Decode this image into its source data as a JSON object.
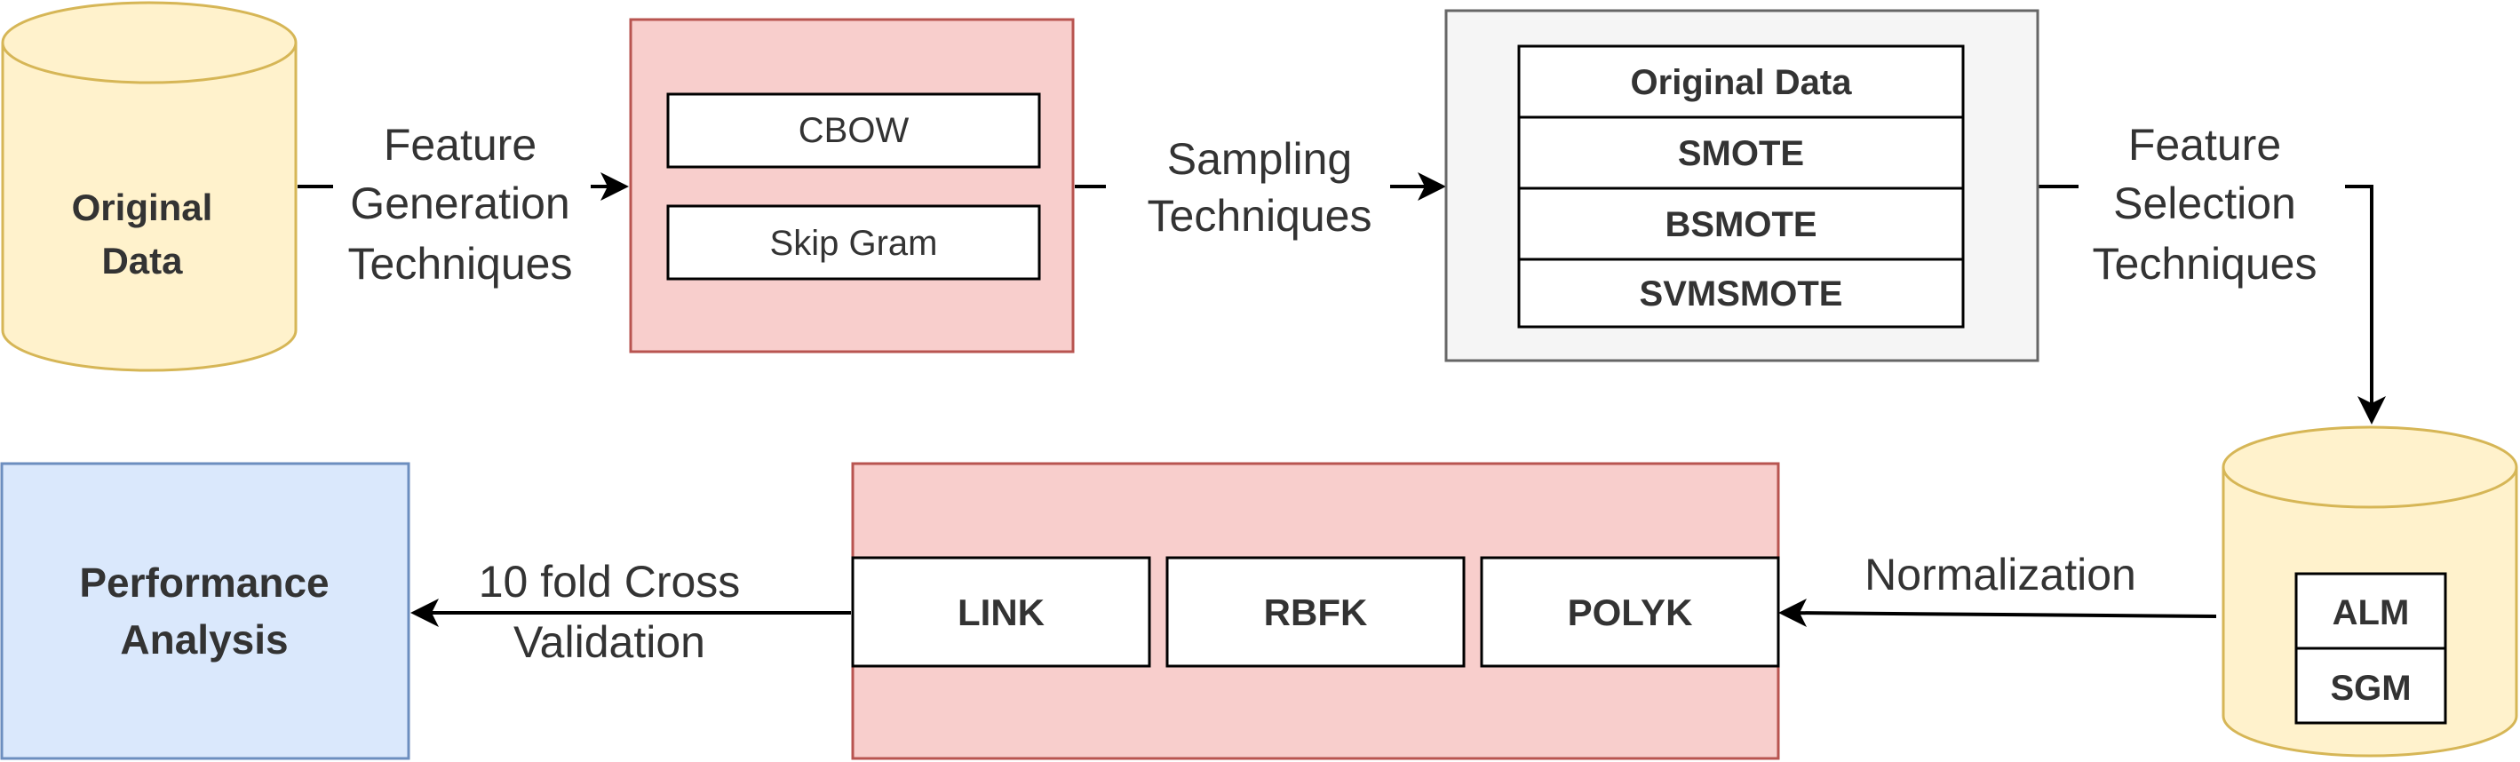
{
  "nodes": {
    "original_data_db": {
      "label_lines": [
        "Original",
        "Data"
      ]
    },
    "feature_generation": {
      "items": [
        "CBOW",
        "Skip Gram"
      ]
    },
    "sampling": {
      "items": [
        "Original Data",
        "SMOTE",
        "BSMOTE",
        "SVMSMOTE"
      ]
    },
    "selected_db": {
      "items": [
        "ALM",
        "SGM"
      ]
    },
    "classifiers": {
      "items": [
        "LINK",
        "RBFK",
        "POLYK"
      ]
    },
    "performance": {
      "label_lines": [
        "Performance",
        "Analysis"
      ]
    }
  },
  "edges": {
    "feature_generation_label": [
      "Feature",
      "Generation",
      "Techniques"
    ],
    "sampling_label": [
      "Sampling",
      "Techniques"
    ],
    "feature_selection_label": [
      "Feature",
      "Selection",
      "Techniques"
    ],
    "normalization_label": [
      "Normalization"
    ],
    "cross_validation_label": [
      "10 fold Cross",
      "Validation"
    ]
  },
  "colors": {
    "db_fill": "#fff2cc",
    "db_stroke": "#d6b656",
    "red_fill": "#f8cecc",
    "red_stroke": "#b85450",
    "gray_fill": "#f5f5f5",
    "gray_stroke": "#666666",
    "blue_fill": "#dae8fc",
    "blue_stroke": "#6c8ebf",
    "line": "#000000"
  }
}
